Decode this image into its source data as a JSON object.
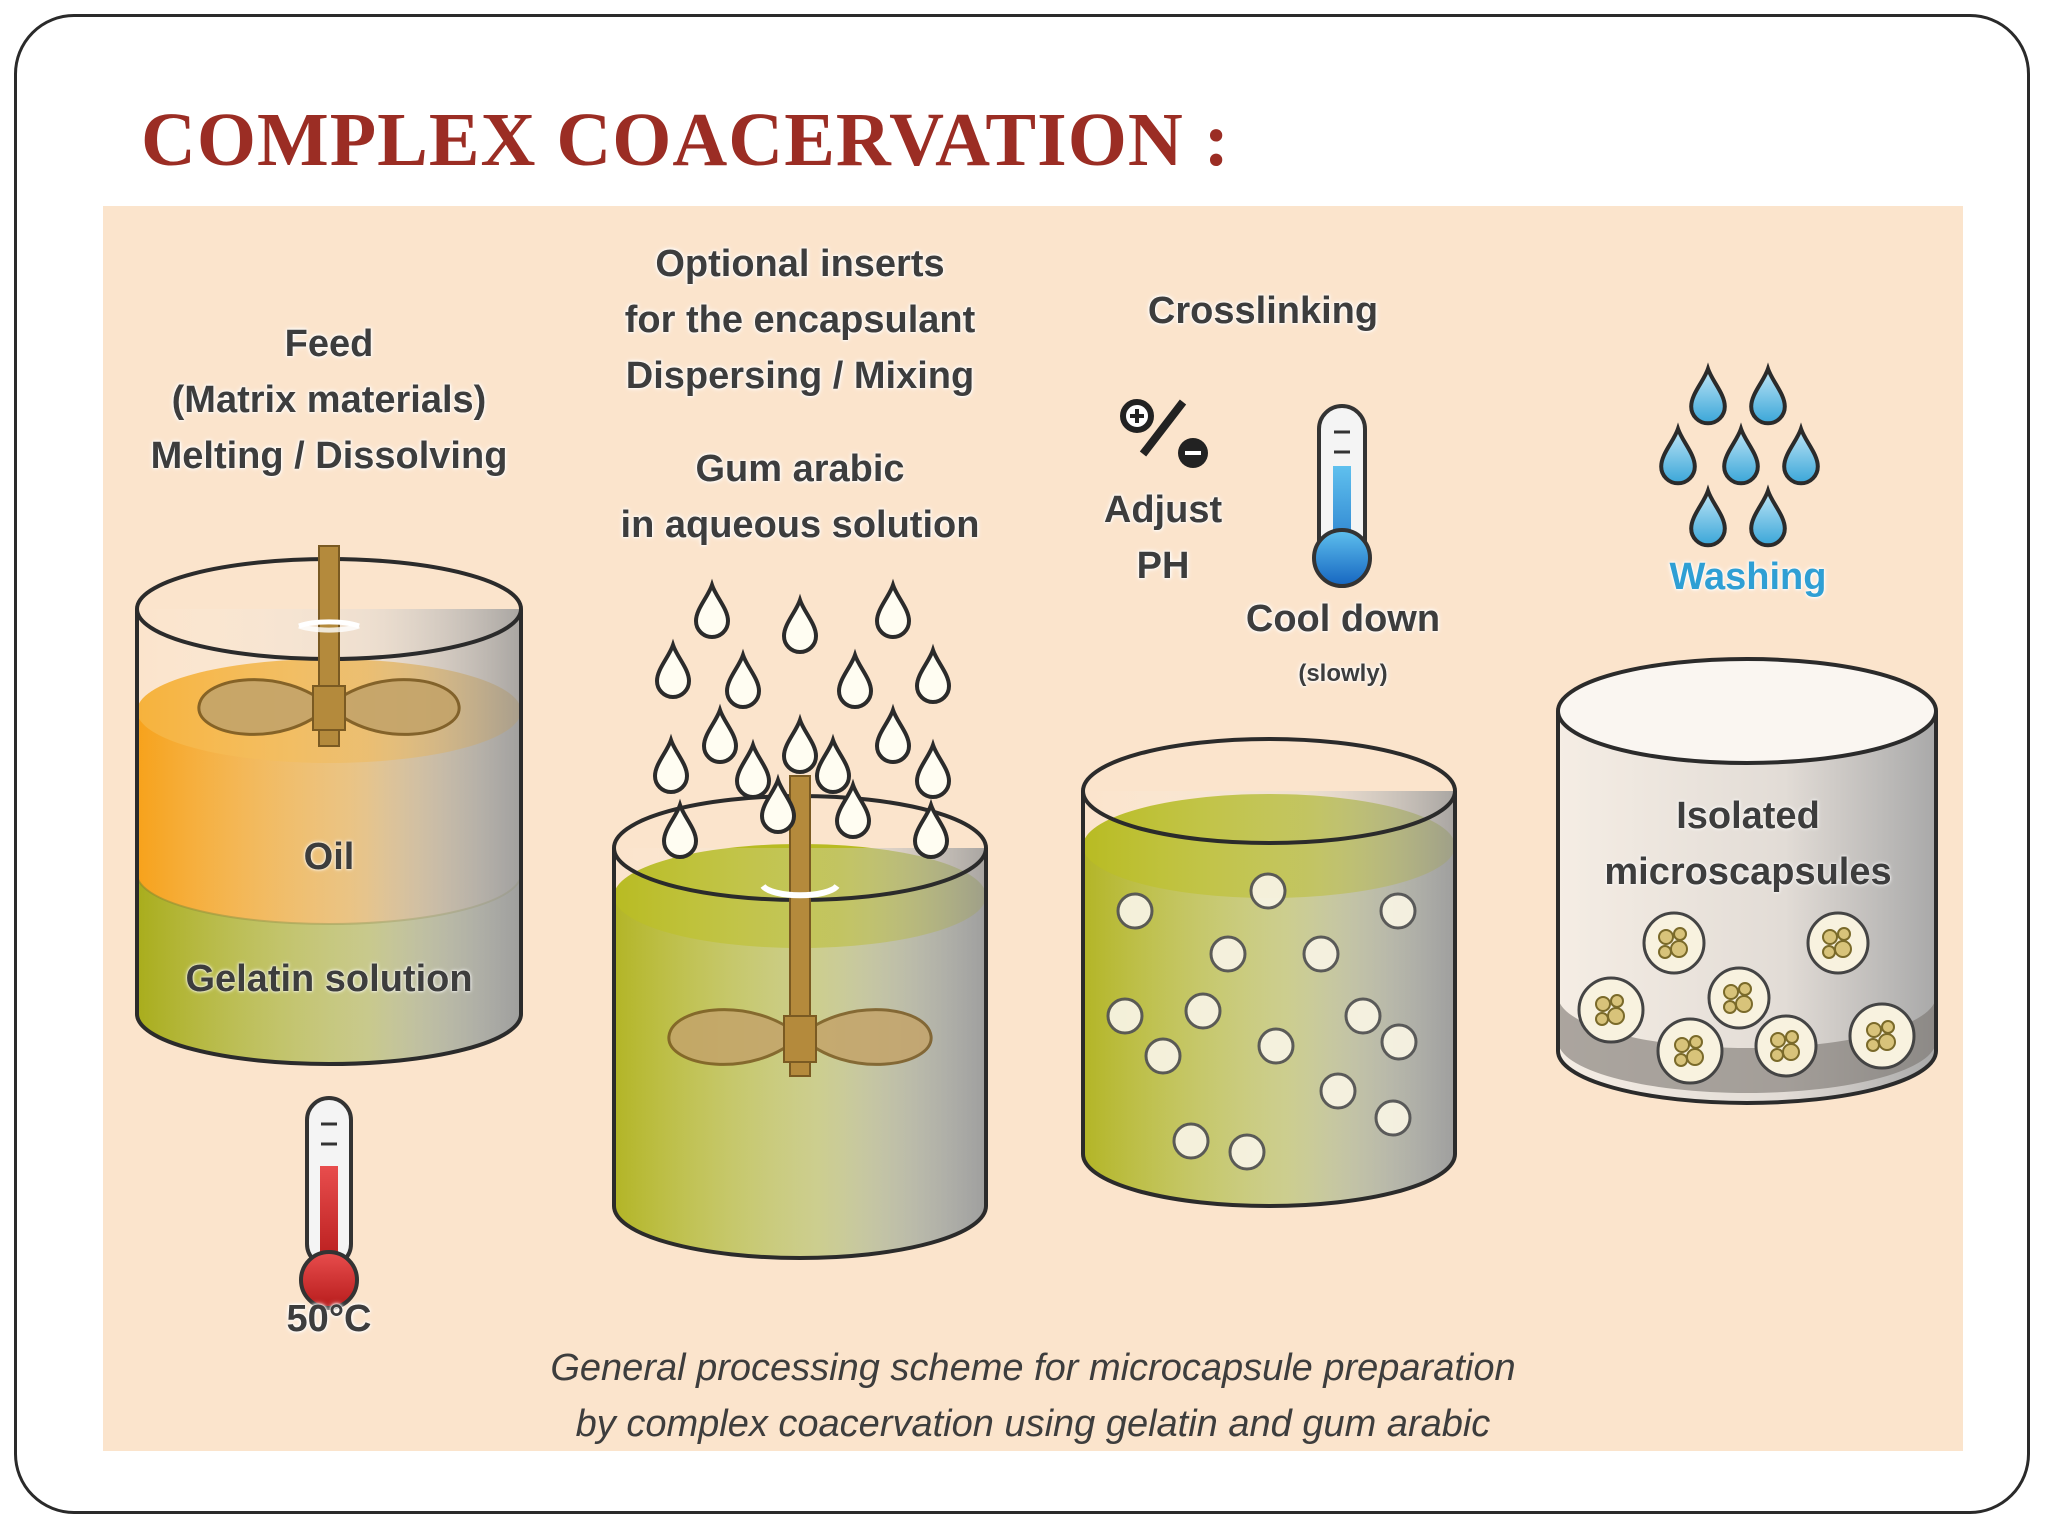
{
  "slide": {
    "title": "COMPLEX COACERVATION :"
  },
  "figure": {
    "step1": {
      "title_lines": [
        "Feed",
        "(Matrix materials)",
        "Melting / Dissolving"
      ],
      "oil_label": "Oil",
      "gelatin_label": "Gelatin solution",
      "temperature": "50°C"
    },
    "step2": {
      "title_lines": [
        "Optional inserts",
        "for the encapsulant",
        "Dispersing / Mixing"
      ],
      "gum_lines": [
        "Gum arabic",
        "in aqueous solution"
      ]
    },
    "step3": {
      "title": "Crosslinking",
      "adjust_lines": [
        "Adjust",
        "PH"
      ],
      "cool_label": "Cool down",
      "cool_note": "(slowly)"
    },
    "step4": {
      "washing_label": "Washing",
      "isolated_lines": [
        "Isolated",
        "microscapsules"
      ]
    },
    "caption_lines": [
      "General processing scheme for microcapsule preparation",
      "by complex coacervation using gelatin and gum arabic"
    ]
  },
  "colors": {
    "title": "#9b2d24",
    "background": "#fbe4cc",
    "oil": "#f5a623",
    "gelatin": "#b3b42a",
    "washing": "#2f9fd4",
    "thermometer_hot": "#d32f2f",
    "thermometer_cold": "#1e88d6"
  }
}
